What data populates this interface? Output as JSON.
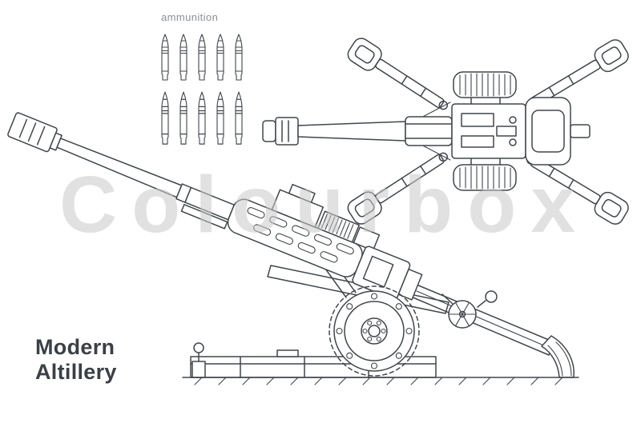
{
  "watermark": {
    "text": "Colourbox",
    "color": "rgba(201,201,201,0.55)"
  },
  "title": {
    "line1": "Modern",
    "line2": "Altillery",
    "color": "#3a4046"
  },
  "ammunition": {
    "label": "ammunition",
    "label_color": "#8b9094",
    "rows": [
      {
        "count": 5
      },
      {
        "count": 5
      }
    ]
  },
  "artwork": {
    "line_color": "#40464b"
  }
}
